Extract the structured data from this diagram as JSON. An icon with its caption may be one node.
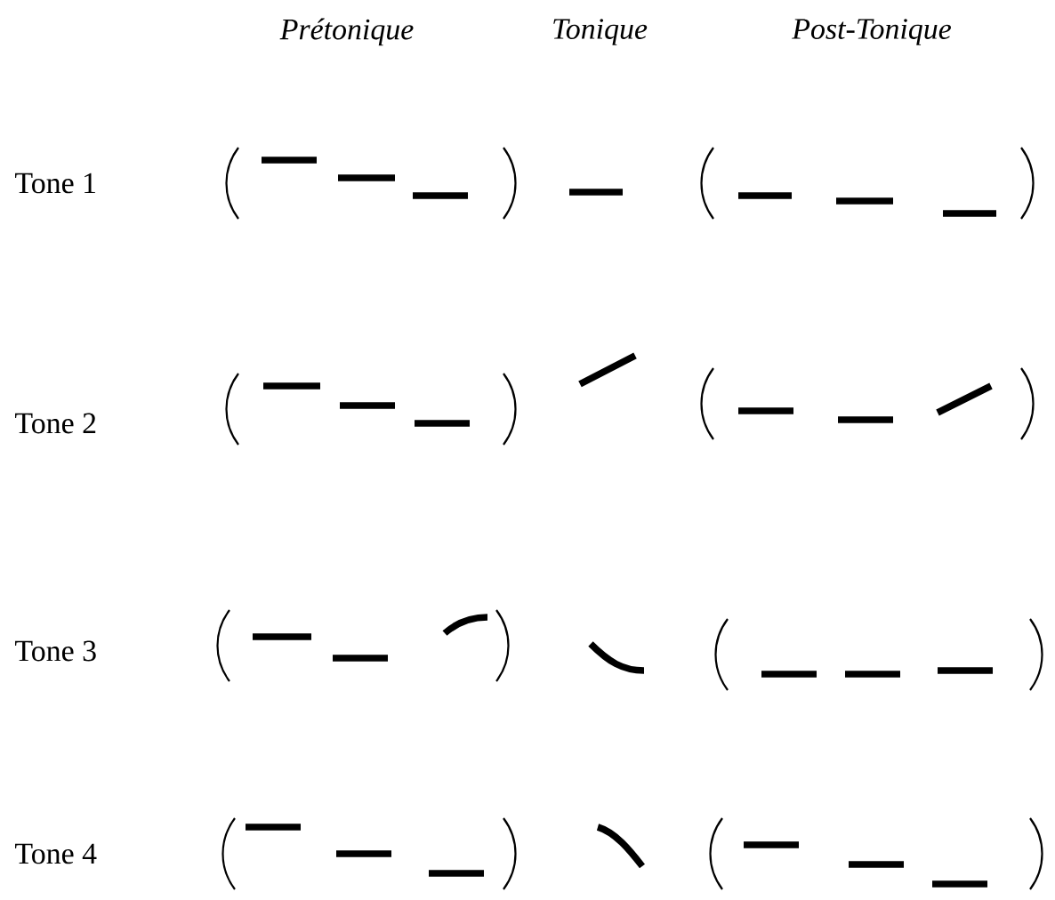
{
  "diagram": {
    "labels": [
      "Prétonique",
      "Tonique",
      "Post-Tonique",
      "Tone 1",
      "Tone 2",
      "Tone 3",
      "Tone 4"
    ]
  }
}
